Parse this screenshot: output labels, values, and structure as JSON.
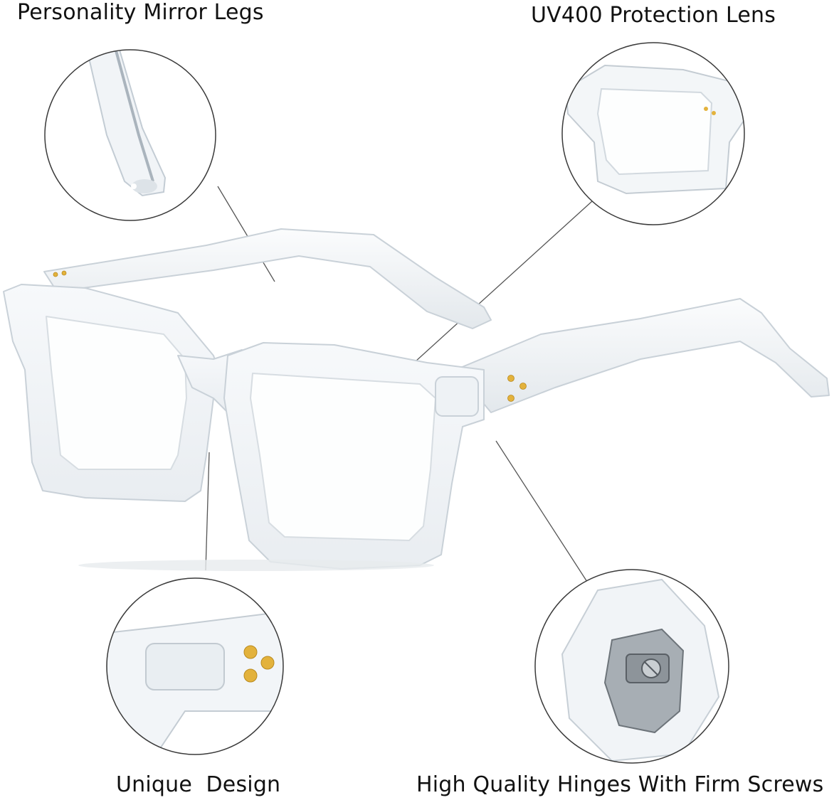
{
  "captions": {
    "mirror_legs": "Personality Mirror Legs",
    "uv_lens": "UV400 Protection Lens",
    "unique_design": "Unique  Design",
    "hinges": "High Quality Hinges With Firm Screws"
  },
  "colors": {
    "background": "#ffffff",
    "frame_outline": "#cfd6dc",
    "frame_shadow": "#b9c2ca",
    "callout_circle": "#3a3a3a",
    "leader_line": "#555555",
    "rivet_gold": "#e3b23c",
    "hinge_metal": "#8d949a"
  },
  "icons": {
    "detail_legs": "glasses-temple-tip-closeup",
    "detail_lens": "glasses-lens-closeup",
    "detail_design": "glasses-rivet-closeup",
    "detail_hinges": "glasses-hinge-closeup",
    "main": "clear-square-eyeglasses"
  }
}
